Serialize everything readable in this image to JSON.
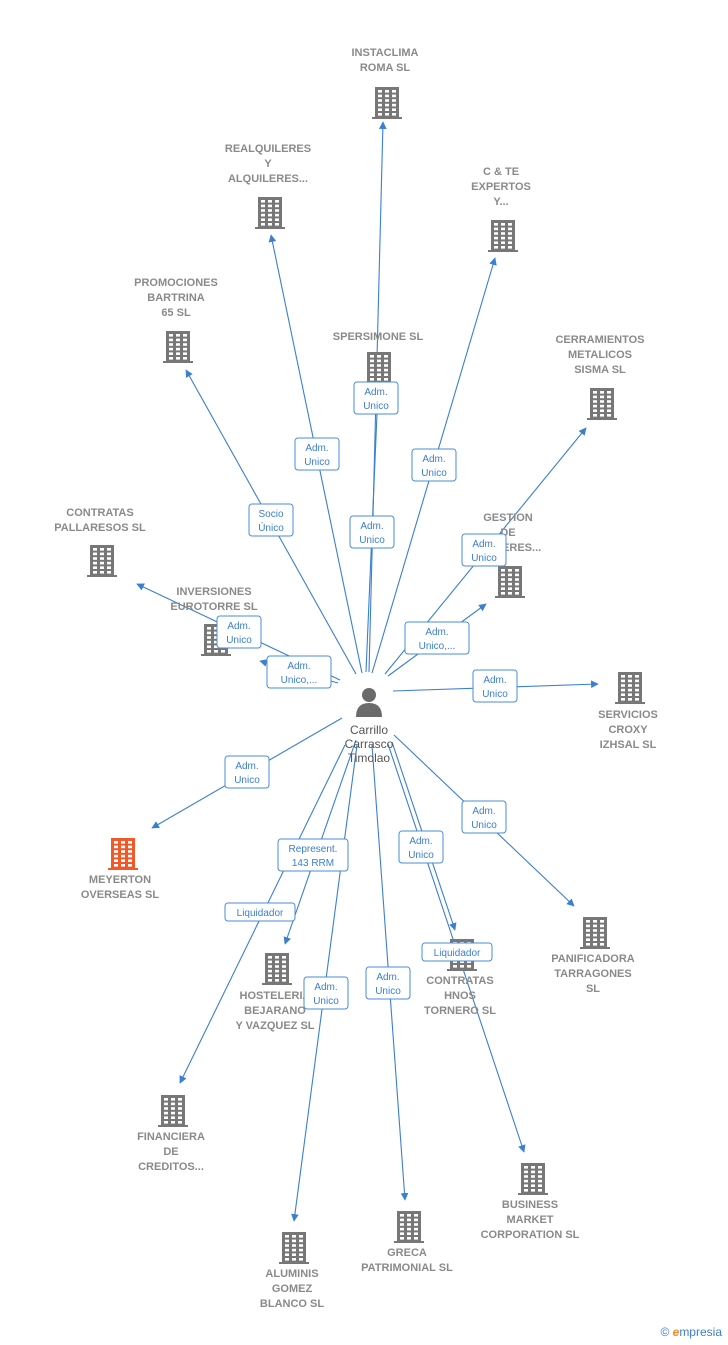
{
  "colors": {
    "edge": "#3a7fd0",
    "building": "#777777",
    "highlight": "#f05a28",
    "person": "#6b6b6b"
  },
  "center": {
    "name": [
      "Carrillo",
      "Carrasco",
      "Timolao"
    ]
  },
  "nodes": [
    {
      "id": "instaclima",
      "label": [
        "INSTACLIMA",
        "ROMA SL"
      ]
    },
    {
      "id": "realquileres",
      "label": [
        "REALQUILERES",
        "Y",
        "ALQUILERES..."
      ]
    },
    {
      "id": "ctte",
      "label": [
        "C & TE",
        "EXPERTOS",
        "Y..."
      ]
    },
    {
      "id": "promociones",
      "label": [
        "PROMOCIONES",
        "BARTRINA",
        "65 SL"
      ]
    },
    {
      "id": "spersimone",
      "label": [
        "SPERSIMONE SL"
      ]
    },
    {
      "id": "cerramientos",
      "label": [
        "CERRAMIENTOS",
        "METALICOS",
        "SISMA SL"
      ]
    },
    {
      "id": "contratas_pallaresos",
      "label": [
        "CONTRATAS",
        "PALLARESOS SL"
      ]
    },
    {
      "id": "gestion",
      "label": [
        "GESTION",
        "DE",
        "TALLERES..."
      ]
    },
    {
      "id": "inversiones",
      "label": [
        "INVERSIONES",
        "EUROTORRE SL"
      ]
    },
    {
      "id": "servicios",
      "label": [
        "SERVICIOS",
        "CROXY",
        "IZHSAL  SL"
      ]
    },
    {
      "id": "meyerton",
      "label": [
        "MEYERTON",
        "OVERSEAS SL"
      ],
      "highlight": true
    },
    {
      "id": "hosteleria",
      "label": [
        "HOSTELERIA",
        "BEJARANO",
        "Y VAZQUEZ  SL"
      ]
    },
    {
      "id": "contratas_hnos",
      "label": [
        "CONTRATAS",
        "HNOS",
        "TORNERO SL"
      ]
    },
    {
      "id": "panificadora",
      "label": [
        "PANIFICADORA",
        "TARRAGONES",
        "SL"
      ]
    },
    {
      "id": "financiera",
      "label": [
        "FINANCIERA",
        "DE",
        "CREDITOS..."
      ]
    },
    {
      "id": "business",
      "label": [
        "BUSINESS",
        "MARKET",
        "CORPORATION SL"
      ]
    },
    {
      "id": "greca",
      "label": [
        "GRECA",
        "PATRIMONIAL SL"
      ]
    },
    {
      "id": "aluminis",
      "label": [
        "ALUMINIS",
        "GOMEZ",
        "BLANCO SL"
      ]
    }
  ],
  "edges": [
    {
      "to": "instaclima",
      "label": [
        "Adm.",
        "Unico"
      ]
    },
    {
      "to": "realquileres",
      "label": [
        "Adm.",
        "Unico"
      ]
    },
    {
      "to": "ctte",
      "label": [
        "Adm.",
        "Unico"
      ]
    },
    {
      "to": "promociones",
      "label": [
        "Socio",
        "Único"
      ]
    },
    {
      "to": "spersimone",
      "label": [
        "Adm.",
        "Unico"
      ]
    },
    {
      "to": "cerramientos",
      "label": [
        "Adm.",
        "Unico"
      ]
    },
    {
      "to": "contratas_pallaresos",
      "label": [
        "Adm.",
        "Unico"
      ]
    },
    {
      "to": "gestion",
      "label": [
        "Adm.",
        "Unico,..."
      ]
    },
    {
      "to": "inversiones",
      "label": [
        "Adm.",
        "Unico,..."
      ]
    },
    {
      "to": "servicios",
      "label": [
        "Adm.",
        "Unico"
      ]
    },
    {
      "to": "meyerton",
      "label": [
        "Adm.",
        "Unico"
      ]
    },
    {
      "to": "hosteleria",
      "label": [
        "Represent.",
        "143 RRM"
      ]
    },
    {
      "to": "contratas_hnos",
      "label": [
        "Adm.",
        "Unico"
      ]
    },
    {
      "to": "panificadora",
      "label": [
        "Adm.",
        "Unico"
      ]
    },
    {
      "to": "financiera",
      "label": [
        "Liquidador"
      ]
    },
    {
      "to": "business",
      "label": [
        "Liquidador"
      ]
    },
    {
      "to": "greca",
      "label": [
        "Adm.",
        "Unico"
      ]
    },
    {
      "to": "aluminis",
      "label": [
        "Adm.",
        "Unico"
      ]
    }
  ],
  "brand": {
    "copyright": "©",
    "initial": "e",
    "rest": "mpresia"
  }
}
